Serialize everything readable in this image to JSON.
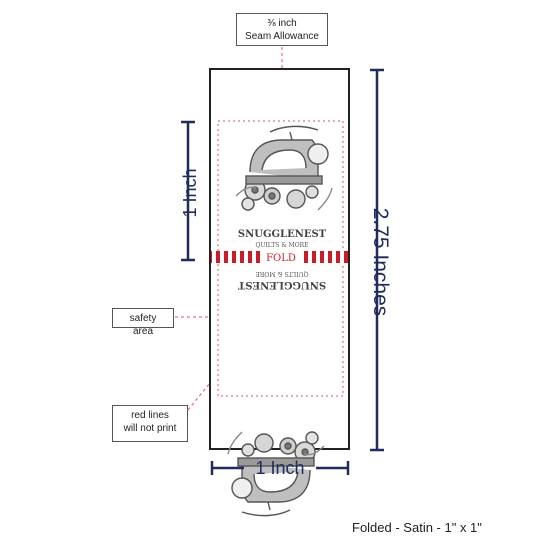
{
  "callouts": {
    "seam_allowance": "⅜ inch\nSeam Allowance",
    "safety_area": "safety area",
    "red_lines": "red lines\nwill not print"
  },
  "dimensions": {
    "height_left": "1 Inch",
    "height_right": "2.75 Inches",
    "width_bottom": "1 Inch"
  },
  "label": {
    "brand": "SNUGGLENEST",
    "tagline": "QUILTS & MORE",
    "fold": "FOLD"
  },
  "caption": "Folded - Satin - 1\" x 1\"",
  "colors": {
    "dimension": "#1f2d5c",
    "safety_lines": "#e05060",
    "fold_stripe": "#c81e2c",
    "border": "#222222"
  }
}
